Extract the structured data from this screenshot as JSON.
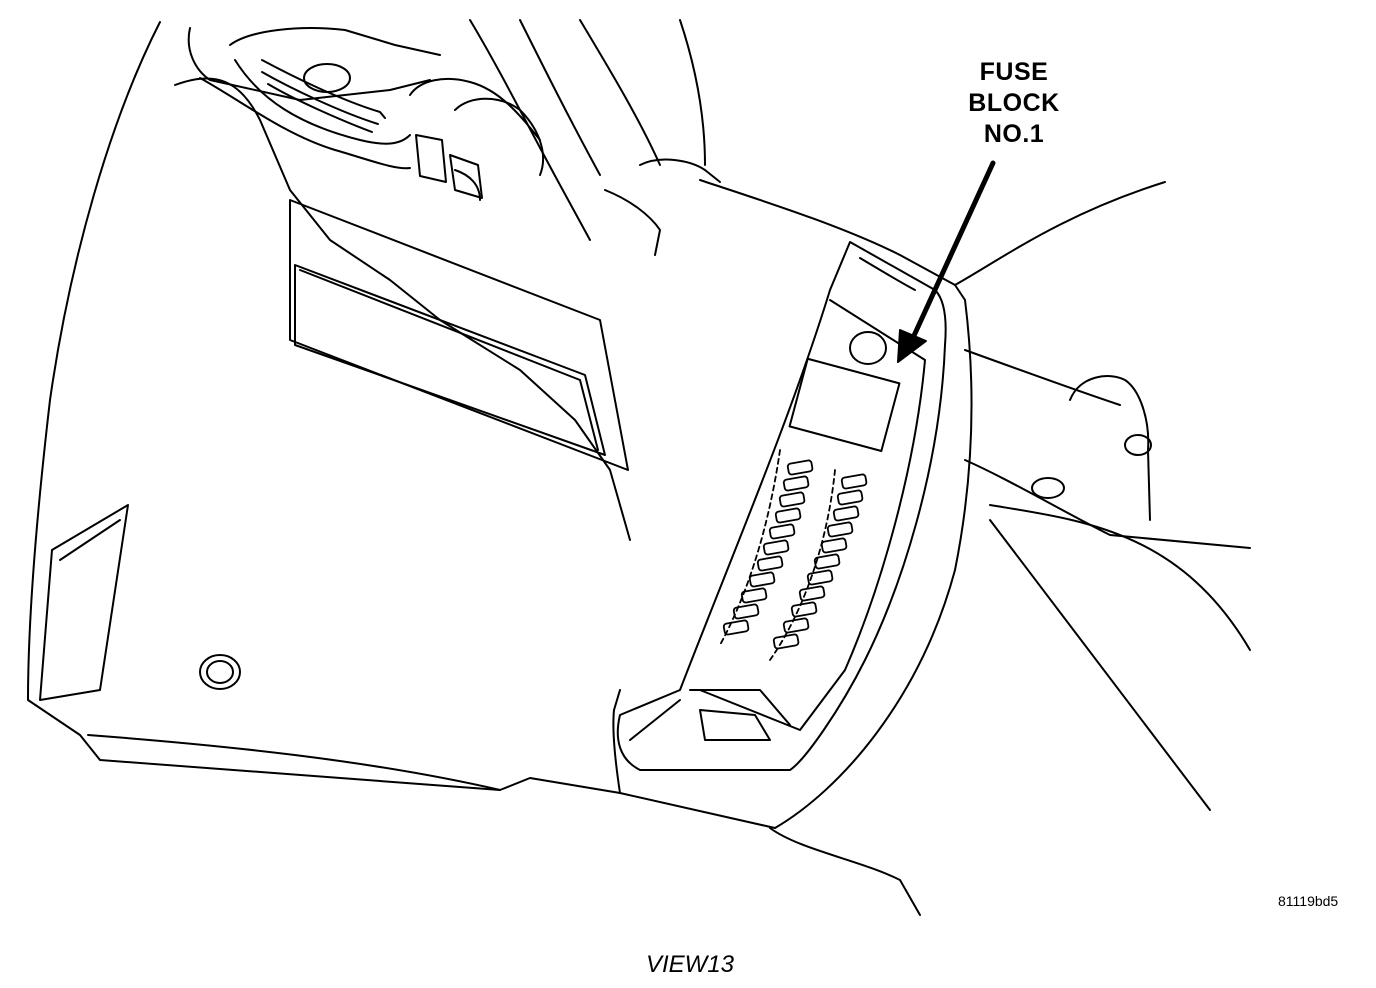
{
  "callout": {
    "lines": [
      "FUSE",
      "BLOCK",
      "NO.1"
    ]
  },
  "figure_id": "81119bd5",
  "caption": "VIEW13",
  "colors": {
    "line": "#000000",
    "background": "#ffffff"
  }
}
